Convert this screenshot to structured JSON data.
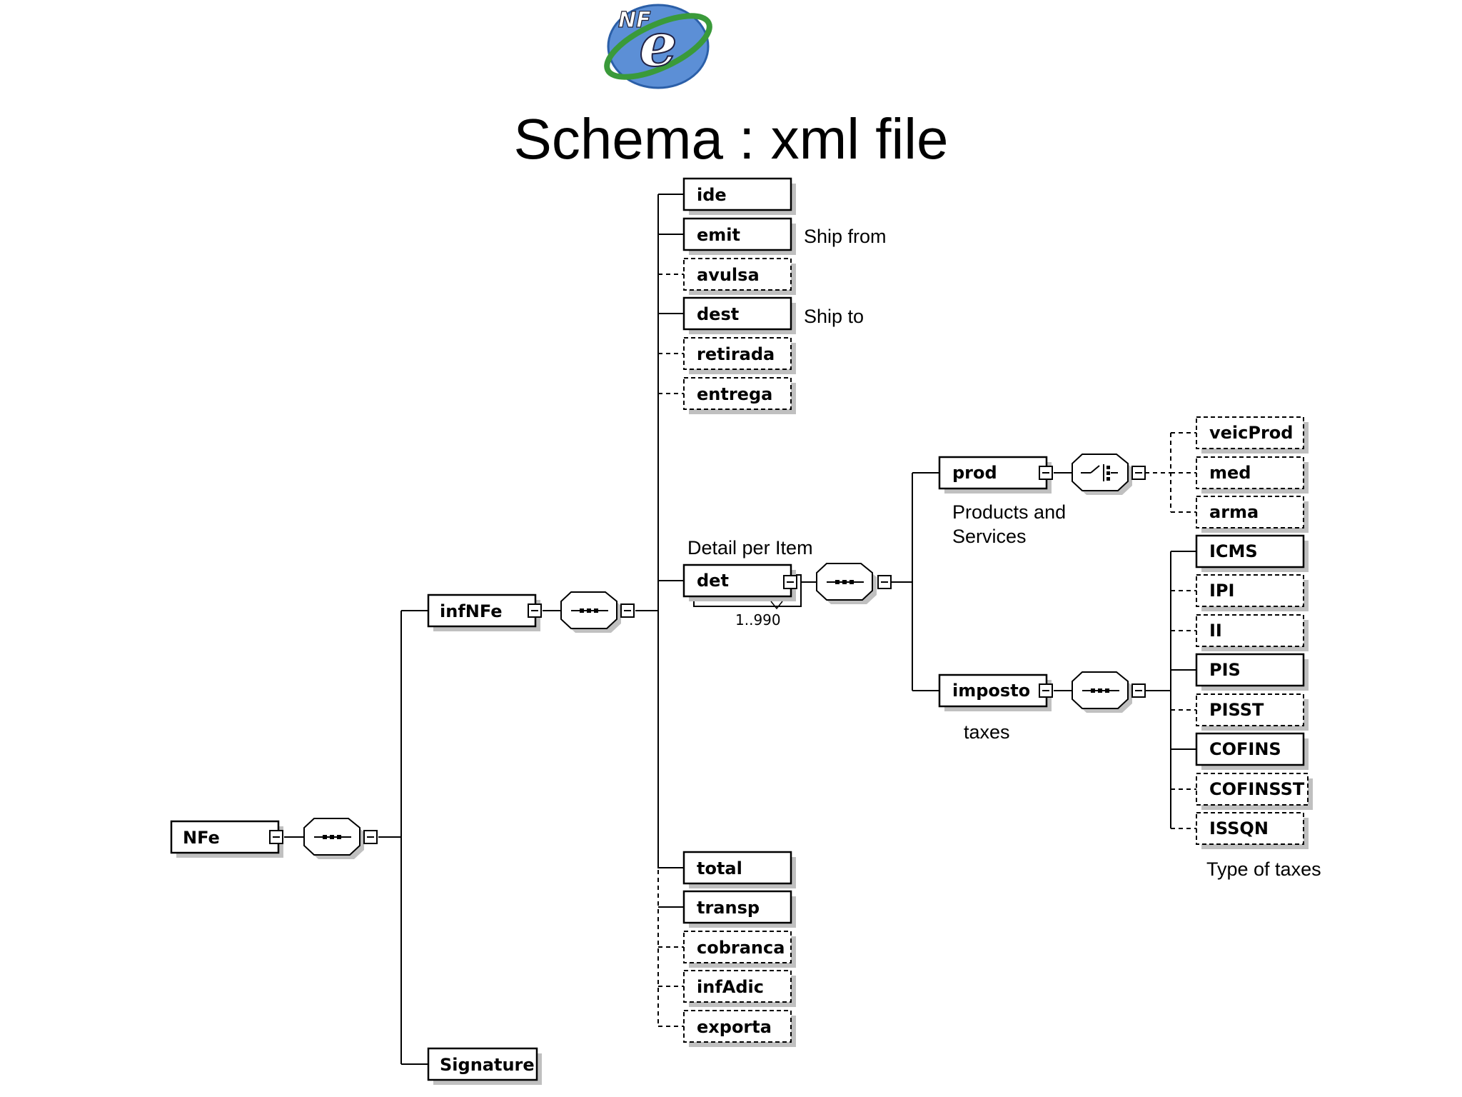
{
  "title": "Schema : xml file",
  "logo": {
    "text": "NF",
    "letter": "e"
  },
  "nodes": {
    "nfe": "NFe",
    "infnfe": "infNFe",
    "signature": "Signature",
    "ide": "ide",
    "emit": "emit",
    "avulsa": "avulsa",
    "dest": "dest",
    "retirada": "retirada",
    "entrega": "entrega",
    "det": "det",
    "total": "total",
    "transp": "transp",
    "cobranca": "cobranca",
    "infadic": "infAdic",
    "exporta": "exporta",
    "prod": "prod",
    "imposto": "imposto",
    "veicprod": "veicProd",
    "med": "med",
    "arma": "arma",
    "icms": "ICMS",
    "ipi": "IPI",
    "ii": "II",
    "pis": "PIS",
    "pisst": "PISST",
    "cofins": "COFINS",
    "cofinsst": "COFINSST",
    "issqn": "ISSQN"
  },
  "annotations": {
    "ship_from": "Ship from",
    "ship_to": "Ship to",
    "detail_per_item": "Detail per Item",
    "products_line1": "Products and",
    "products_line2": "Services",
    "taxes": "taxes",
    "type_of_taxes": "Type of taxes",
    "det_cardinality": "1..990"
  }
}
